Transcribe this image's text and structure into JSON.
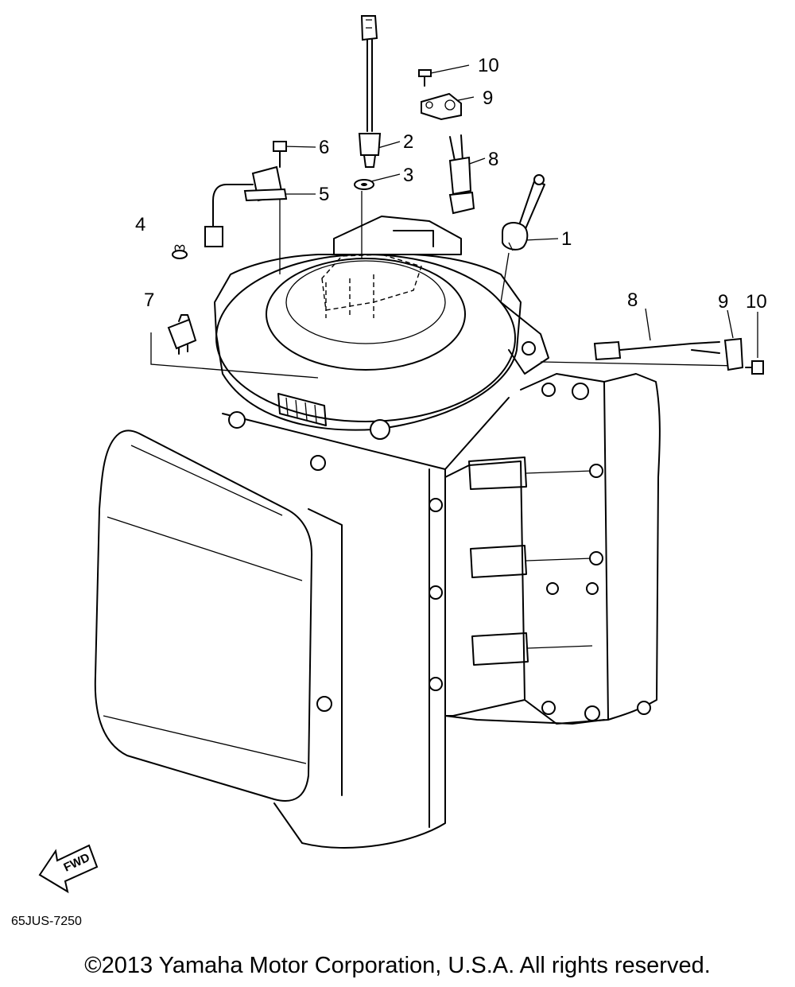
{
  "callouts": {
    "c1": "1",
    "c2": "2",
    "c3": "3",
    "c4": "4",
    "c5": "5",
    "c6": "6",
    "c7": "7",
    "c8_top": "8",
    "c8_right": "8",
    "c9_top": "9",
    "c9_right": "9",
    "c10_top": "10",
    "c10_right": "10"
  },
  "fwd_label": "FWD",
  "drawing_code": "65JUS-7250",
  "copyright": "©2013 Yamaha Motor Corporation, U.S.A. All rights reserved."
}
